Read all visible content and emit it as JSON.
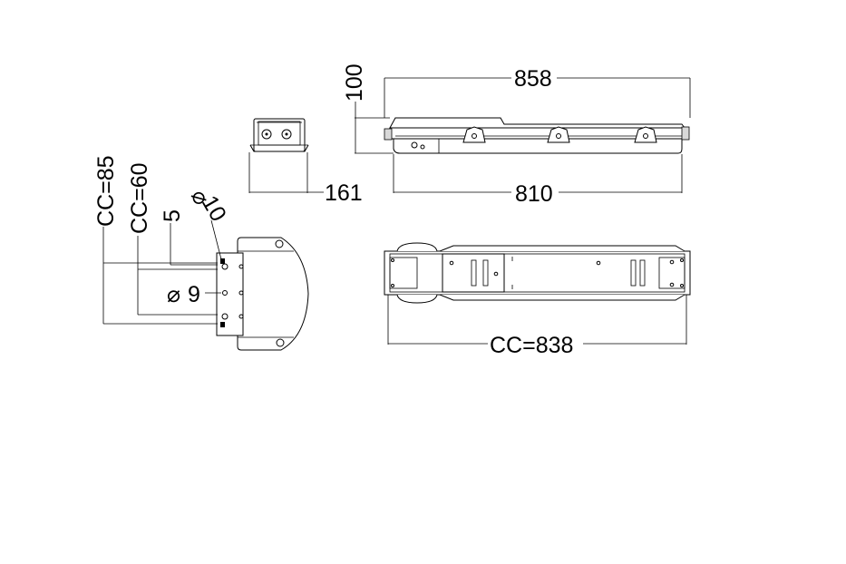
{
  "dimensions": {
    "overall_length": "858",
    "body_length": "810",
    "height": "100",
    "depth": "161",
    "mount_centres_length": "CC=838",
    "bracket_cc_outer": "CC=85",
    "bracket_cc_inner": "CC=60",
    "bracket_offset": "5",
    "hole_diameter": "9",
    "hole_diameter_small": "10"
  },
  "symbols": {
    "diameter": "⌀"
  }
}
